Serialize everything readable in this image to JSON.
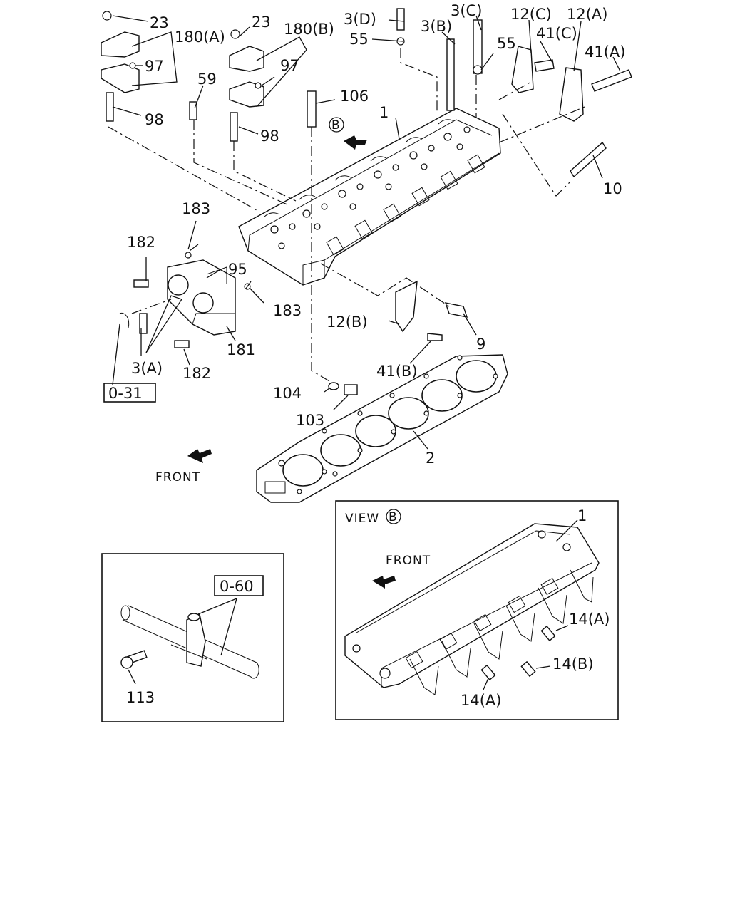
{
  "main_labels": {
    "l23a": "23",
    "l23b": "23",
    "l180a": "180(A)",
    "l180b": "180(B)",
    "l97a": "97",
    "l97b": "97",
    "l98a": "98",
    "l98b": "98",
    "l59": "59",
    "l3d": "3(D)",
    "l55a": "55",
    "l3c": "3(C)",
    "l3b": "3(B)",
    "l55b": "55",
    "l12c": "12(C)",
    "l12a": "12(A)",
    "l41c": "41(C)",
    "l41a": "41(A)",
    "l106": "106",
    "l1": "1",
    "l10": "10",
    "l183a": "183",
    "l182a": "182",
    "l95": "95",
    "l183b": "183",
    "l12b": "12(B)",
    "l9": "9",
    "l181": "181",
    "l3a": "3(A)",
    "l182b": "182",
    "l41b": "41(B)",
    "l104": "104",
    "l103": "103",
    "l2": "2",
    "front": "FRONT",
    "ref031": "0-31",
    "viewB_marker": "B"
  },
  "inset_left": {
    "ref060": "0-60",
    "l113": "113"
  },
  "inset_right": {
    "view_title": "VIEW",
    "view_marker": "B",
    "front": "FRONT",
    "l1": "1",
    "l14a_top": "14(A)",
    "l14b": "14(B)",
    "l14a_bottom": "14(A)"
  }
}
